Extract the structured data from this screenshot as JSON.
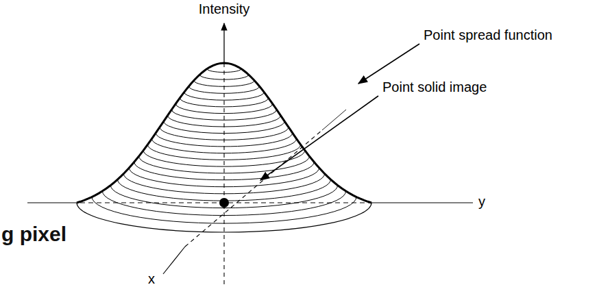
{
  "diagram": {
    "labels": [
      "Intensity",
      "Point spread function",
      "Point solid image",
      "y",
      "x",
      "g pixel"
    ]
  }
}
